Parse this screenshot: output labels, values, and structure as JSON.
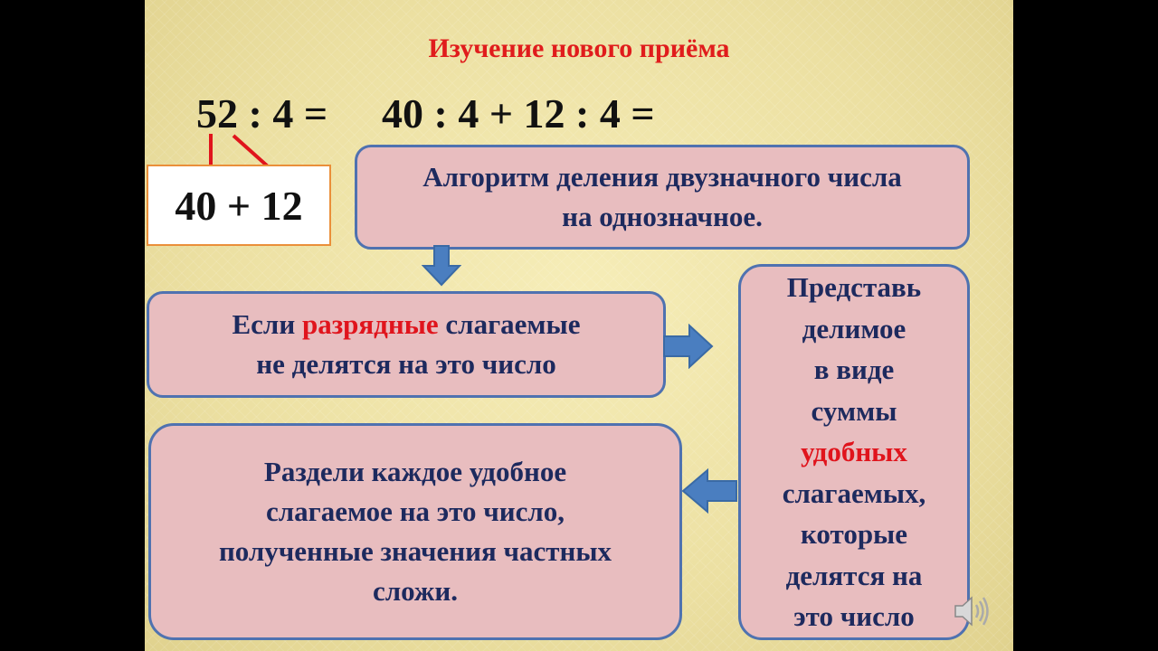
{
  "title": "Изучение нового приёма",
  "equation": {
    "left": "52 : 4 =",
    "right": "40 : 4 + 12 : 4 ="
  },
  "decomposition": "40 + 12",
  "algorithm_box": {
    "line1": "Алгоритм деления двузначного числа",
    "line2": "на однозначное."
  },
  "if_box": {
    "part1": "Если ",
    "highlight": "разрядные",
    "part2": " слагаемые",
    "line2": "не делятся на это число"
  },
  "represent_box": {
    "line1": "Представь",
    "line2": "делимое",
    "line3": "в виде",
    "line4": "суммы",
    "highlight": "удобных",
    "line6": "слагаемых,",
    "line7": "которые",
    "line8": "делятся на",
    "line9": "это число"
  },
  "divide_box": {
    "line1": "Раздели каждое удобное",
    "line2": "слагаемое на это число,",
    "line3": "полученные значения частных",
    "line4": "сложи."
  },
  "colors": {
    "title": "#e01c1c",
    "box_fill": "#e8bdbf",
    "box_border": "#4f72b0",
    "box_text": "#1d2a5e",
    "highlight": "#e0141c",
    "arrow": "#4a7ec0"
  },
  "icons": [
    "speaker-icon",
    "arrow-down-icon",
    "arrow-right-icon",
    "arrow-left-icon"
  ]
}
